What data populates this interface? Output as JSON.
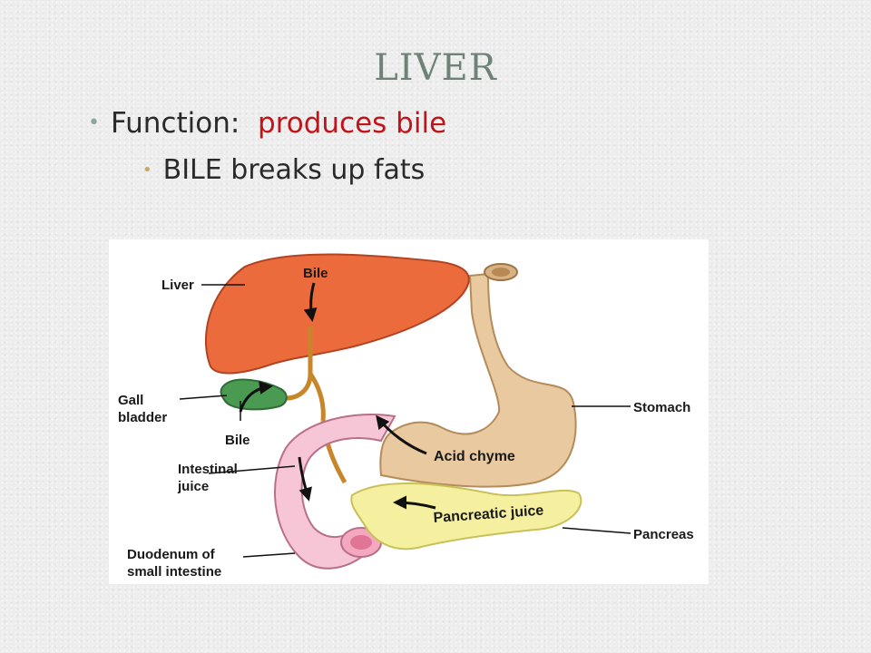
{
  "slide": {
    "title": "LIVER",
    "bullets": {
      "function_label": "Function:",
      "function_value": "produces bile",
      "sub_prefix": "BILE",
      "sub_rest": "breaks up fats"
    }
  },
  "figure": {
    "labels": {
      "liver": "Liver",
      "bile_top": "Bile",
      "gall": "Gall",
      "bladder": "bladder",
      "bile_bottom": "Bile",
      "intestinal": "Intestinal",
      "juice": "juice",
      "duodenum_1": "Duodenum of",
      "duodenum_2": "small intestine",
      "stomach": "Stomach",
      "acid_chyme": "Acid chyme",
      "pancreatic_juice": "Pancreatic juice",
      "pancreas": "Pancreas"
    }
  }
}
